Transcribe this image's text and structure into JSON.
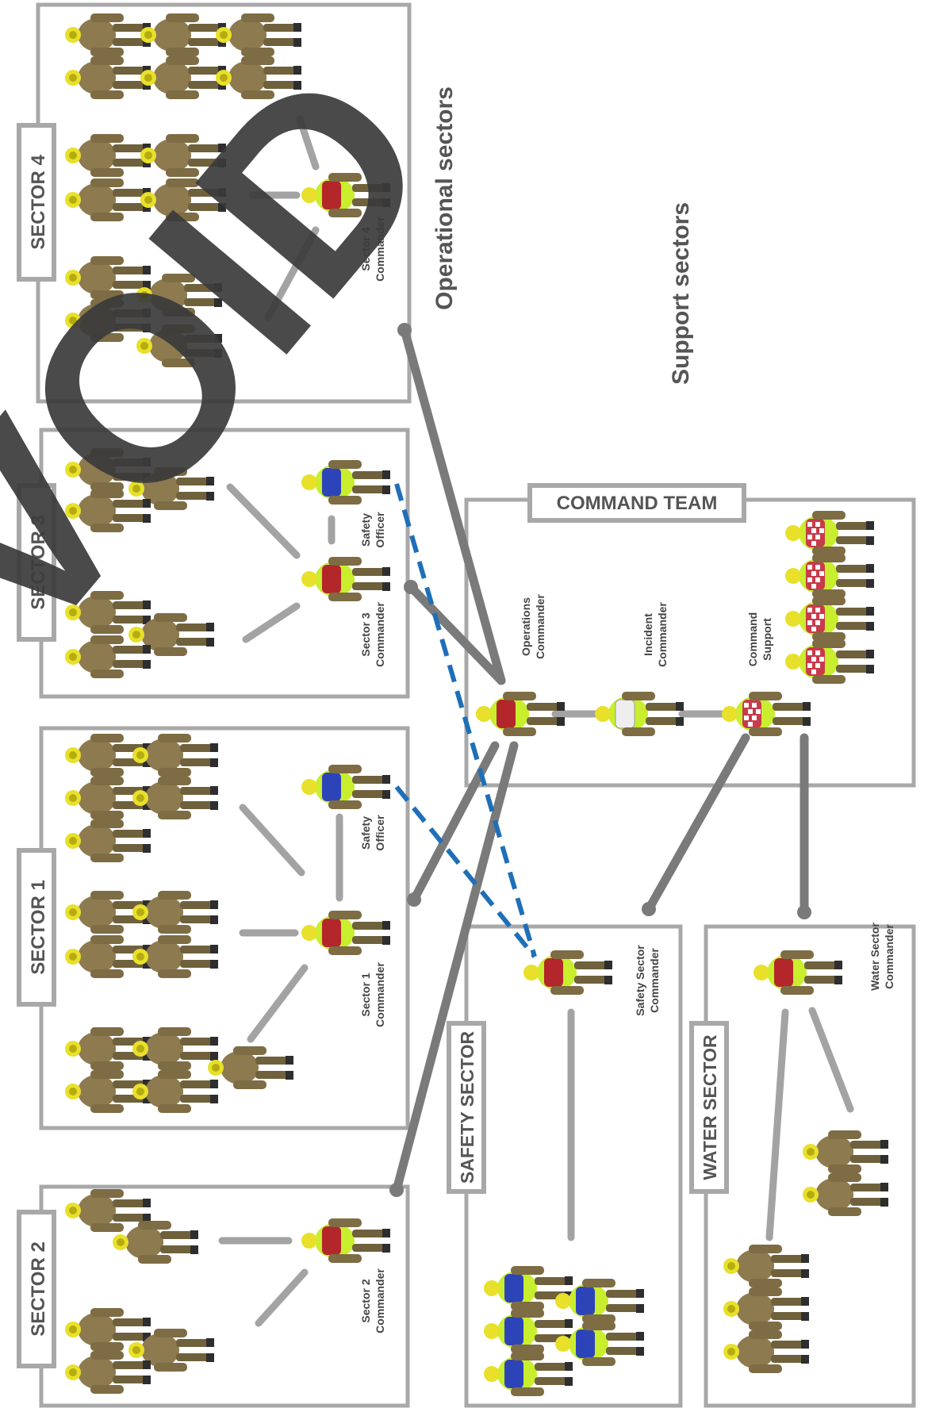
{
  "headings": {
    "operational": "Operational sectors",
    "support": "Support sectors"
  },
  "watermark": "VOID",
  "sectors": {
    "sector4": {
      "label": "SECTOR 4",
      "commander": [
        "Sector 4",
        "Commander"
      ]
    },
    "sector3": {
      "label": "SECTOR 3",
      "commander": [
        "Sector 3",
        "Commander"
      ],
      "safety": [
        "Safety",
        "Officer"
      ]
    },
    "sector1": {
      "label": "SECTOR 1",
      "commander": [
        "Sector 1",
        "Commander"
      ],
      "safety": [
        "Safety",
        "Officer"
      ]
    },
    "sector2": {
      "label": "SECTOR 2",
      "commander": [
        "Sector 2",
        "Commander"
      ]
    },
    "safety_sector": {
      "label": "SAFETY SECTOR",
      "commander": [
        "Safety Sector",
        "Commander"
      ]
    },
    "water_sector": {
      "label": "WATER SECTOR",
      "commander": [
        "Water Sector",
        "Commander"
      ]
    },
    "command_team": {
      "label": "COMMAND TEAM",
      "operations": [
        "Operations",
        "Commander"
      ],
      "incident": [
        "Incident",
        "Commander"
      ],
      "support": [
        "Command",
        "Support"
      ]
    }
  },
  "colors": {
    "firefighter_suit": "#8d7a4f",
    "helmet": "#e8e02a",
    "commander_tabard": "#b3262a",
    "safety_tabard": "#2d44b8",
    "support_tabard": "#c93a4a",
    "hi_vis": "#c8ee2e",
    "safety_link": "#1f6fb8"
  }
}
